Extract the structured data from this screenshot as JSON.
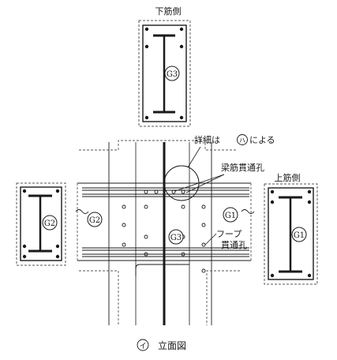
{
  "figure": {
    "caption_marker": "イ",
    "caption_text": "立面図"
  },
  "labels": {
    "bottom_bar_side": "下筋側",
    "top_bar_side": "上筋側",
    "detail_prefix": "詳細は",
    "detail_marker": "ハ",
    "detail_suffix": "による",
    "beam_bar_hole": "梁筋貫通孔",
    "hoop_line1": "フープ",
    "hoop_line2": "貫通孔"
  },
  "beam_marks": {
    "g1": "G1",
    "g2": "G2",
    "g3": "G3"
  },
  "colors": {
    "line": "#1a1a1a",
    "dashed_outline": "#555555",
    "background": "#ffffff"
  }
}
